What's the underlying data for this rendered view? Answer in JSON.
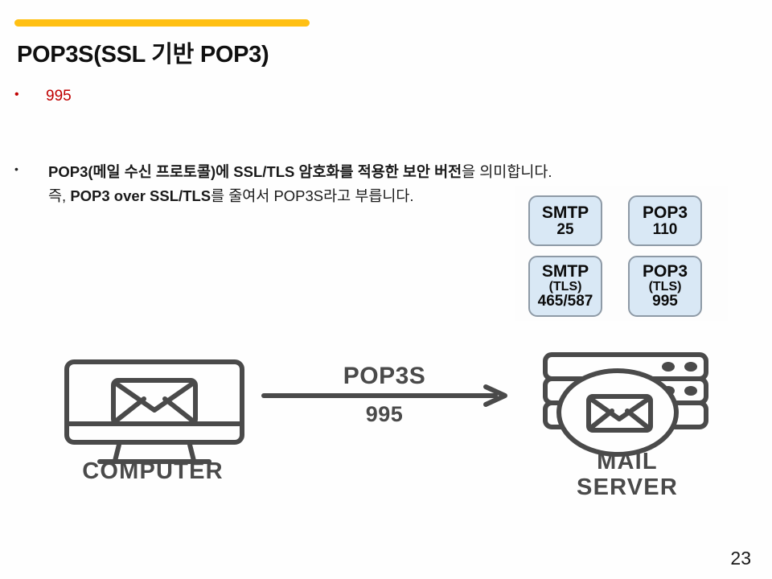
{
  "slide": {
    "title": "POP3S(SSL 기반 POP3)",
    "accent_color": "#ffc014",
    "page_number": "23"
  },
  "bullets": [
    {
      "marker": "•",
      "text": "995",
      "color": "#c00000"
    },
    {
      "marker": "•",
      "line1_bold_a": "POP3(메일 수신 프로토콜)에 SSL/TLS 암호화를 적용한 보안 버전",
      "line1_normal_a": "을 의미합니다.",
      "line2_normal_a": "즉, ",
      "line2_bold_a": "POP3 over SSL/TLS",
      "line2_normal_b": "를 줄여서 POP3S라고 부릅니다."
    }
  ],
  "ports_image": {
    "box_fill": "#d9e8f5",
    "box_border": "#8e9aa6",
    "boxes": [
      {
        "name": "SMTP",
        "sub": "",
        "number": "25"
      },
      {
        "name": "POP3",
        "sub": "",
        "number": "110"
      },
      {
        "name": "SMTP",
        "sub": "(TLS)",
        "number": "465/587"
      },
      {
        "name": "POP3",
        "sub": "(TLS)",
        "number": "995"
      }
    ]
  },
  "diagram": {
    "stroke_color": "#4a4a4a",
    "computer_label": "COMPUTER",
    "server_label_line1": "MAIL",
    "server_label_line2": "SERVER",
    "flow_protocol": "POP3S",
    "flow_port": "995"
  }
}
